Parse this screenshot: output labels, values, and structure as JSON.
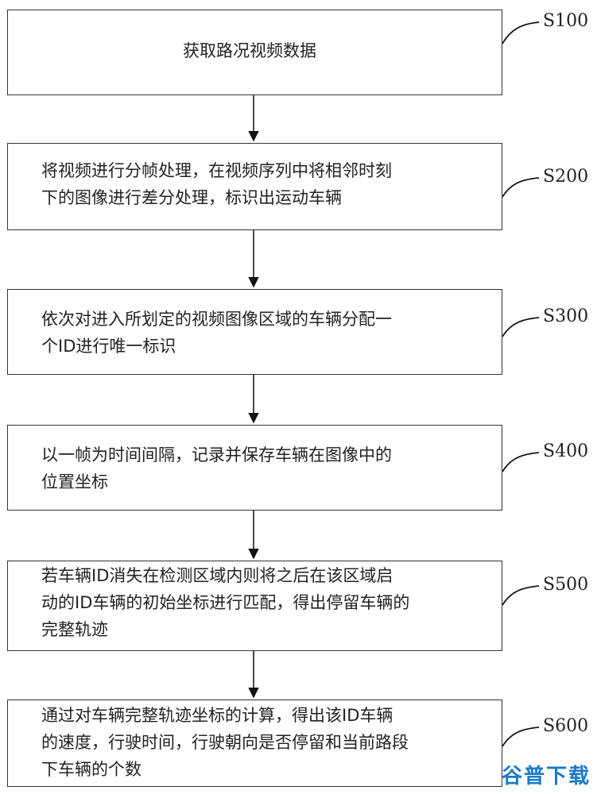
{
  "steps": [
    {
      "label": "S100",
      "text": "获取路况视频数据"
    },
    {
      "label": "S200",
      "text": "将视频进行分帧处理，在视频序列中将相邻时刻\n下的图像进行差分处理，标识出运动车辆"
    },
    {
      "label": "S300",
      "text": "依次对进入所划定的视频图像区域的车辆分配一\n个ID进行唯一标识"
    },
    {
      "label": "S400",
      "text": "以一帧为时间间隔，记录并保存车辆在图像中的\n位置坐标"
    },
    {
      "label": "S500",
      "text": "若车辆ID消失在检测区域内则将之后在该区域启\n动的ID车辆的初始坐标进行匹配，得出停留车辆的\n完整轨迹"
    },
    {
      "label": "S600",
      "text": "通过对车辆完整轨迹坐标的计算，得出该ID车辆\n的速度，行驶时间，行驶朝向是否停留和当前路段\n下车辆的个数"
    }
  ],
  "watermark": "谷普下载"
}
